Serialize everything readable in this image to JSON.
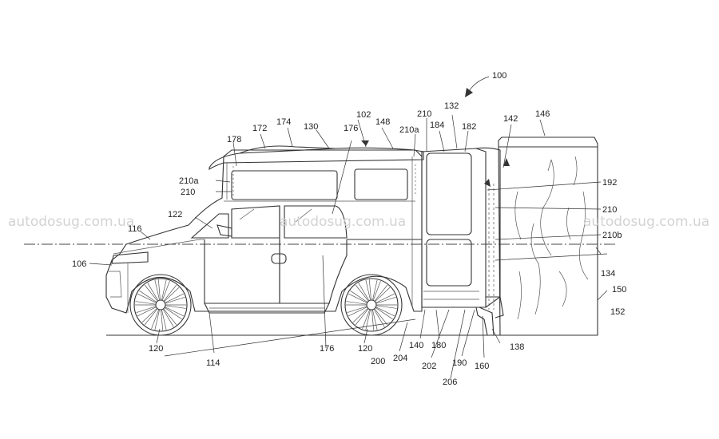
{
  "figure_number": "100",
  "watermark": "autodosug.com.ua",
  "reference_labels": {
    "r100": "100",
    "r102": "102",
    "r106": "106",
    "r114": "114",
    "r116": "116",
    "r120a": "120",
    "r120b": "120",
    "r122": "122",
    "r130": "130",
    "r132": "132",
    "r134": "134",
    "r138": "138",
    "r140": "140",
    "r142": "142",
    "r146": "146",
    "r148": "148",
    "r150": "150",
    "r152": "152",
    "r160": "160",
    "r172": "172",
    "r174": "174",
    "r176a": "176",
    "r176b": "176",
    "r178": "178",
    "r180": "180",
    "r182": "182",
    "r184": "184",
    "r190": "190",
    "r192": "192",
    "r200": "200",
    "r202": "202",
    "r204": "204",
    "r206": "206",
    "r210a": "210",
    "r210b": "210",
    "r210c": "210",
    "r210a1": "210a",
    "r210a2": "210a",
    "r210b1": "210b"
  }
}
